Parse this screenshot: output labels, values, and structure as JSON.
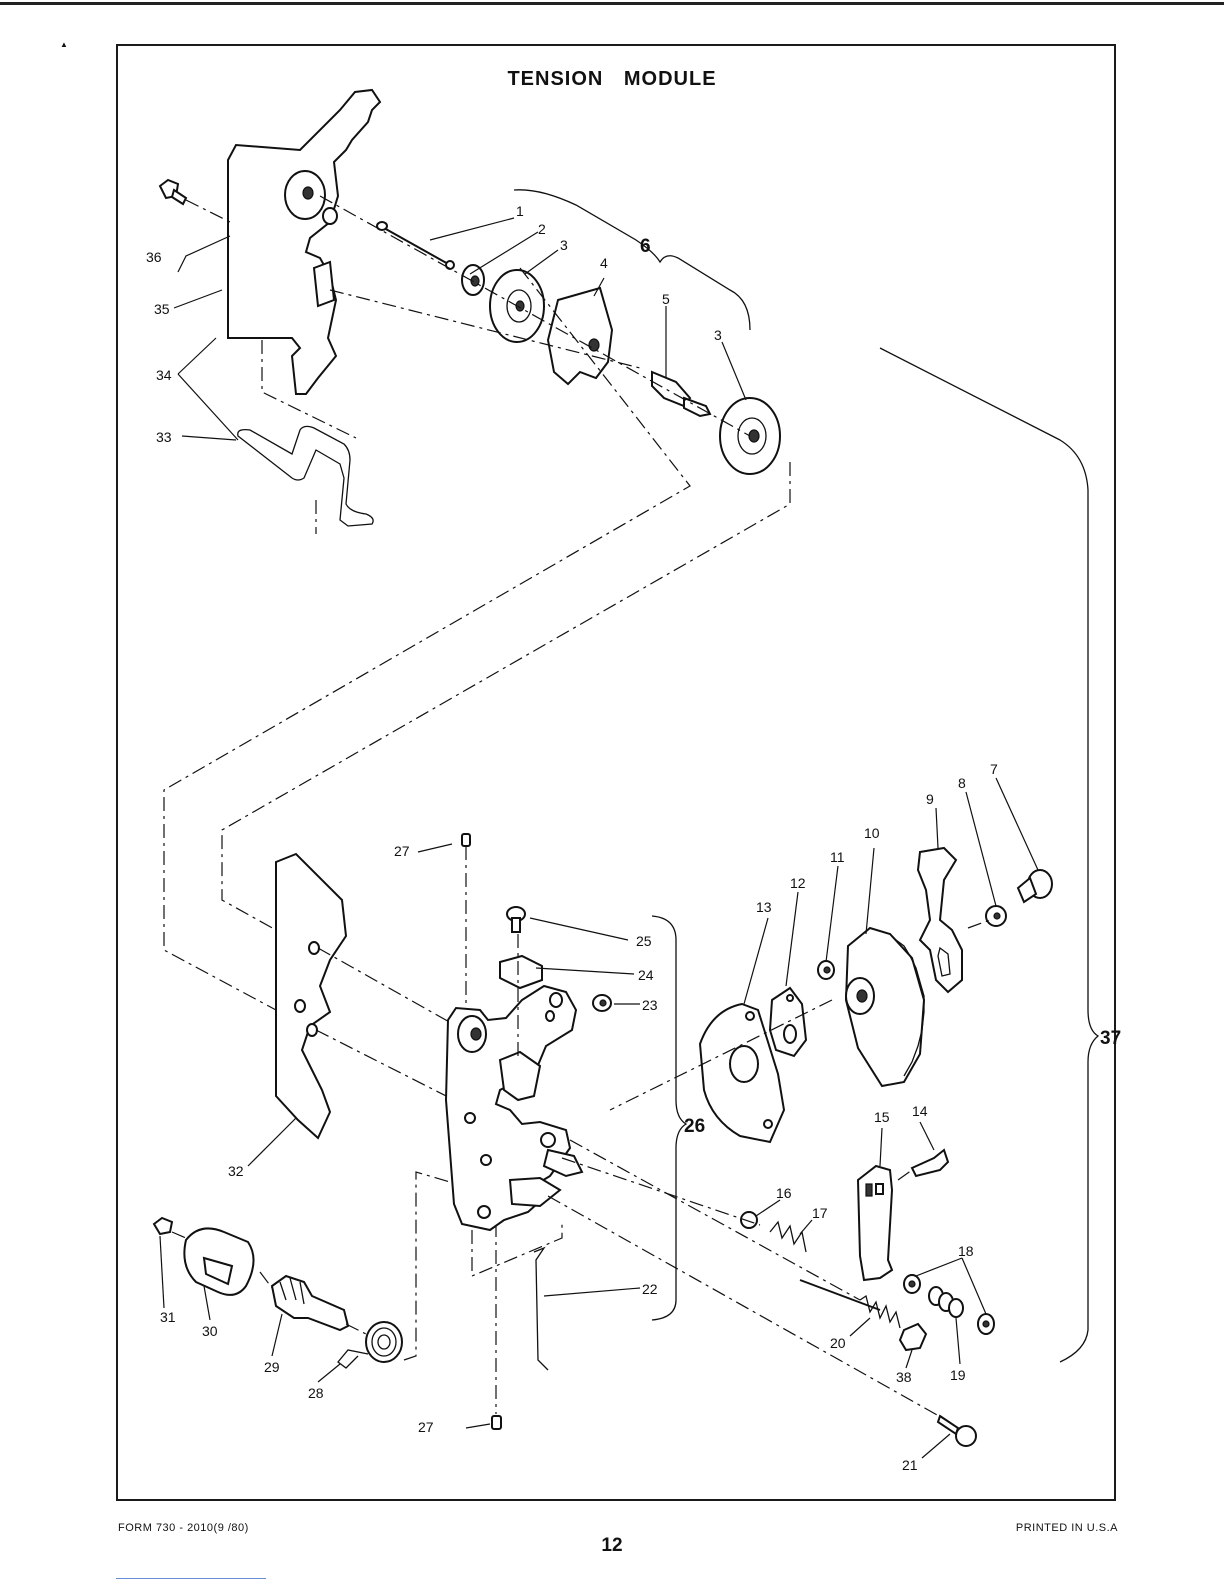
{
  "title": "TENSION MODULE",
  "page_number": "12",
  "footer": {
    "form": "FORM 730 - 2010(9 /80)",
    "printed": "PRINTED IN U.S.A"
  },
  "colors": {
    "ink": "#111111",
    "paper": "#ffffff",
    "frame": "#1a1a1a"
  },
  "callouts": [
    "1",
    "2",
    "3",
    "4",
    "5",
    "3",
    "6",
    "7",
    "8",
    "9",
    "10",
    "11",
    "12",
    "13",
    "14",
    "15",
    "16",
    "17",
    "18",
    "19",
    "20",
    "21",
    "22",
    "23",
    "24",
    "25",
    "26",
    "27",
    "27",
    "28",
    "29",
    "30",
    "31",
    "32",
    "33",
    "34",
    "35",
    "36",
    "37",
    "38"
  ]
}
